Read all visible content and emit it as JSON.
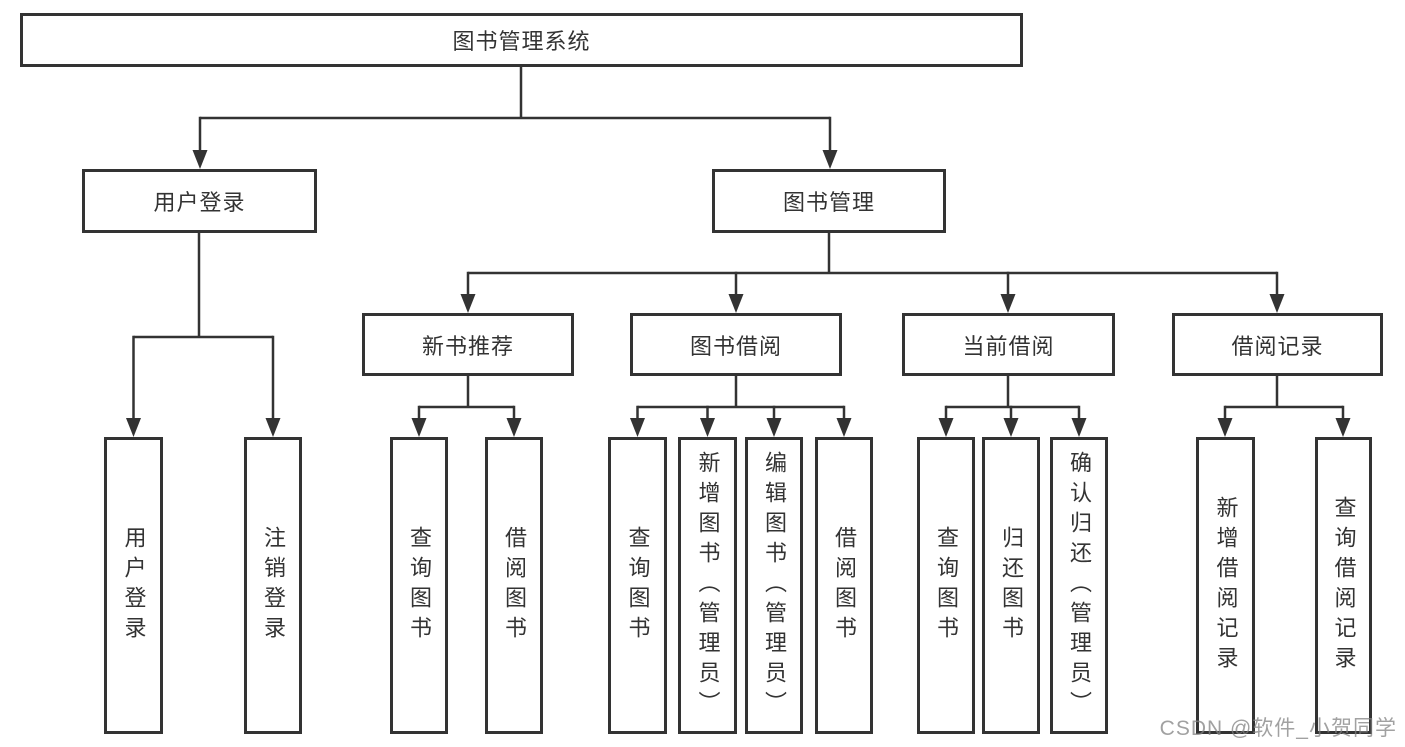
{
  "diagram": {
    "watermark": "CSDN @软件_小贺同学",
    "colors": {
      "line": "#333333",
      "text": "#333333",
      "watermark": "rgba(130,130,130,0.75)",
      "background": "#ffffff"
    },
    "nodes": {
      "root": "图书管理系统",
      "branches": [
        {
          "label": "用户登录",
          "leaves": [
            "用户登录",
            "注销登录"
          ]
        },
        {
          "label": "图书管理",
          "subbranches": [
            {
              "label": "新书推荐",
              "leaves": [
                "查询图书",
                "借阅图书"
              ]
            },
            {
              "label": "图书借阅",
              "leaves": [
                "查询图书",
                "新增图书（管理员）",
                "编辑图书（管理员）",
                "借阅图书"
              ]
            },
            {
              "label": "当前借阅",
              "leaves": [
                "查询图书",
                "归还图书",
                "确认归还（管理员）"
              ]
            },
            {
              "label": "借阅记录",
              "leaves": [
                "新增借阅记录",
                "查询借阅记录"
              ]
            }
          ]
        }
      ]
    }
  }
}
